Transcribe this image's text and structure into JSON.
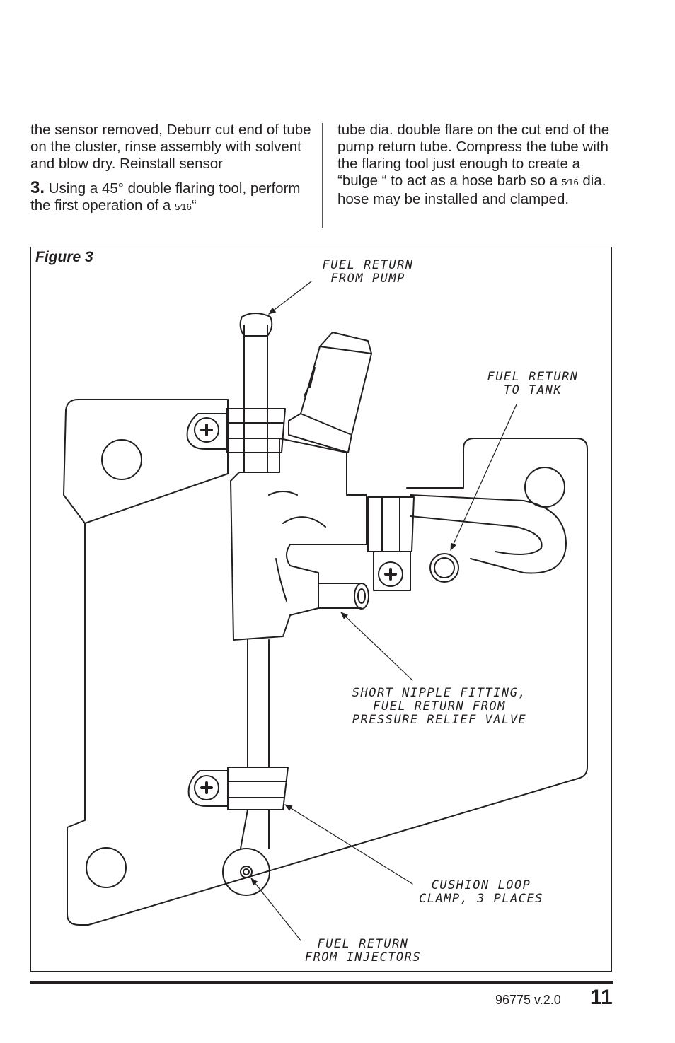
{
  "text": {
    "left_para1": "the sensor removed, Deburr cut end of tube on the cluster, rinse assembly with solvent and blow dry. Reinstall sensor",
    "step_number": "3.",
    "left_para2_a": " Using a 45° double flaring tool, perform the first operation of a ",
    "frac1": "5⁄16",
    "left_para2_b": "“",
    "right_para_a": "tube dia. double flare on the cut end of the pump return tube. Compress the tube with the flaring tool just enough to create a “bulge “ to act as a hose barb so a ",
    "frac2": "5⁄16",
    "right_para_b": " dia. hose may be installed and clamped."
  },
  "figure": {
    "label": "Figure 3",
    "callouts": {
      "pump": "FUEL RETURN\nFROM PUMP",
      "tank": "FUEL RETURN\nTO TANK",
      "nipple": "SHORT NIPPLE FITTING,\nFUEL RETURN FROM\nPRESSURE RELIEF VALVE",
      "clamp": "CUSHION LOOP\nCLAMP, 3 PLACES",
      "injectors": "FUEL RETURN\nFROM INJECTORS"
    }
  },
  "footer": {
    "doc_id": "96775 v.2.0",
    "page_number": "11"
  }
}
